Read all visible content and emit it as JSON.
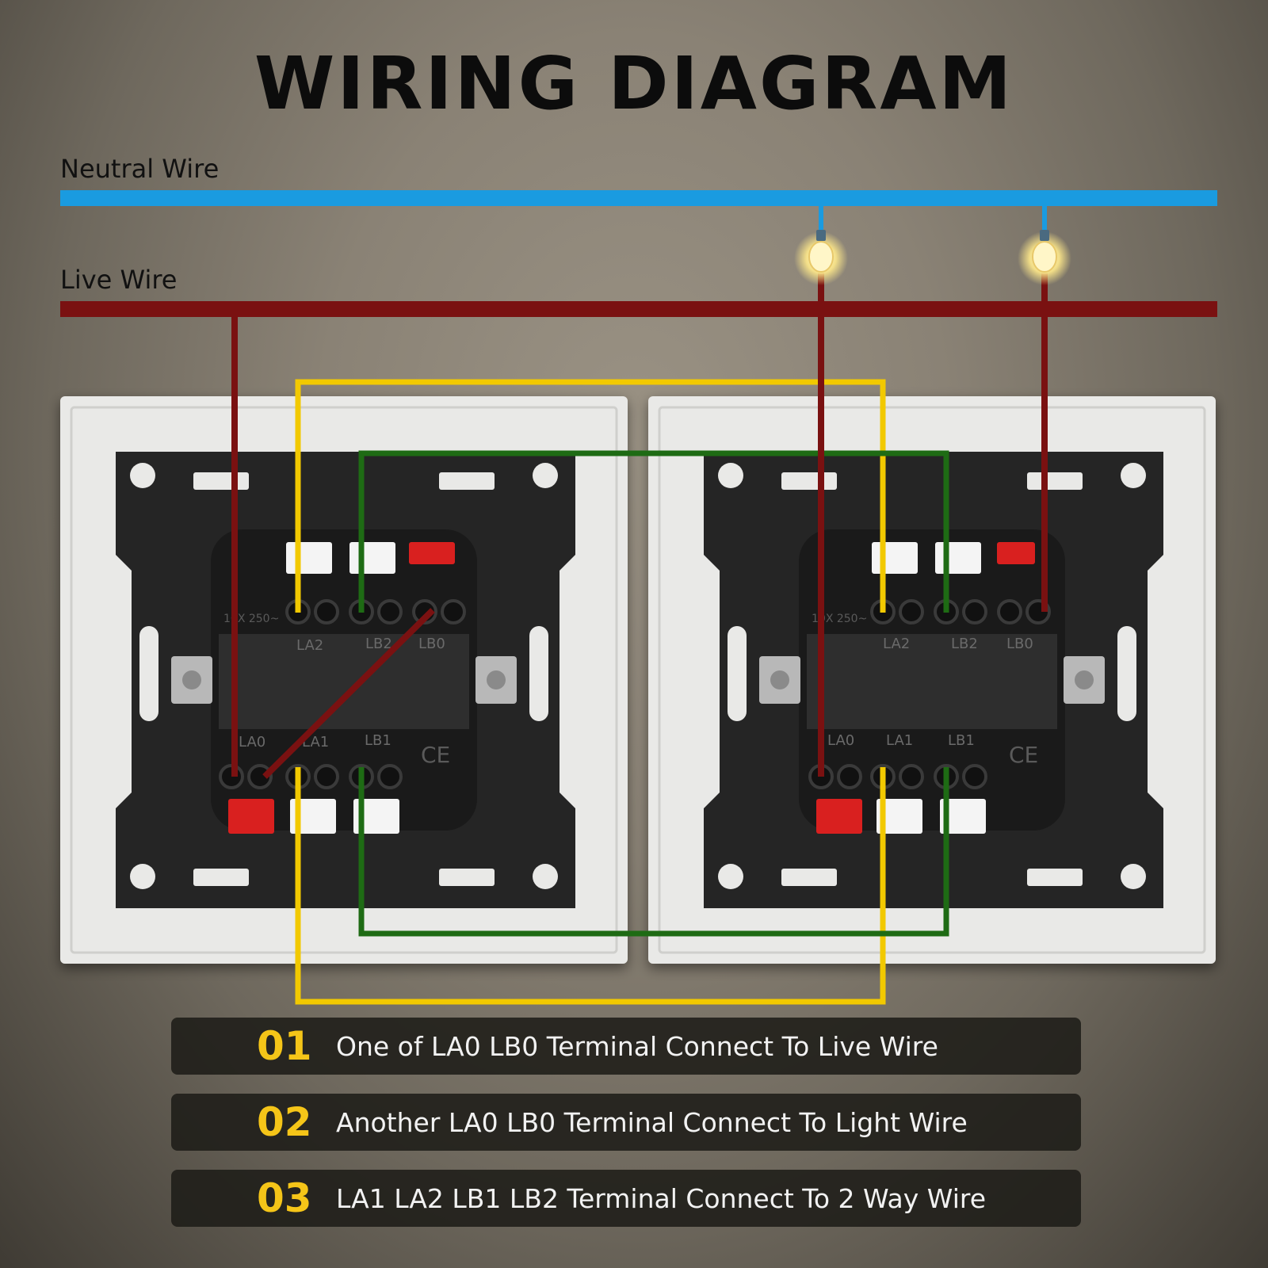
{
  "title": "WIRING DIAGRAM",
  "wires": {
    "neutral_label": "Neutral Wire",
    "live_label": "Live Wire",
    "neutral_color": "#1a9be0",
    "live_color": "#7a1111",
    "two_way_a_color": "#f2c900",
    "two_way_b_color": "#1e6b14"
  },
  "switch_terminals": {
    "top": [
      "LA2",
      "LB2",
      "LB0"
    ],
    "bottom": [
      "LA0",
      "LA1",
      "LB1"
    ],
    "mark": "CE",
    "rating": "10X 250~"
  },
  "steps": [
    {
      "num": "01",
      "text": "One of LA0 LB0 Terminal Connect To Live Wire"
    },
    {
      "num": "02",
      "text": "Another LA0 LB0 Terminal Connect To Light Wire"
    },
    {
      "num": "03",
      "text": "LA1 LA2 LB1 LB2 Terminal Connect To 2 Way Wire"
    }
  ]
}
